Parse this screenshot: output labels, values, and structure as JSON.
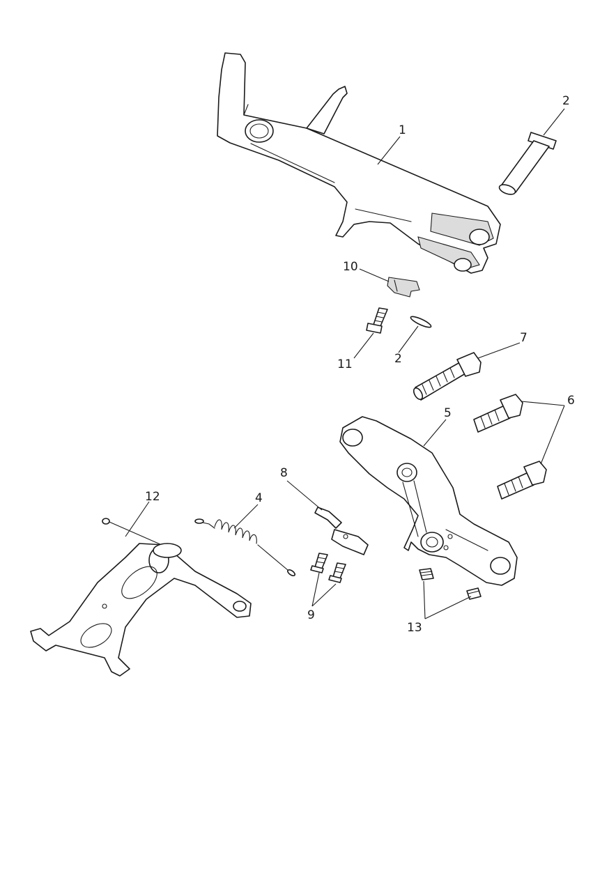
{
  "callouts": {
    "c1": "1",
    "c2a": "2",
    "c2b": "2",
    "c4": "4",
    "c5": "5",
    "c6": "6",
    "c7": "7",
    "c8": "8",
    "c9": "9",
    "c10": "10",
    "c11": "11",
    "c12": "12",
    "c13": "13"
  },
  "colors": {
    "line": "#1a1a1a",
    "background": "#ffffff",
    "shade": "#dcdcdc"
  }
}
